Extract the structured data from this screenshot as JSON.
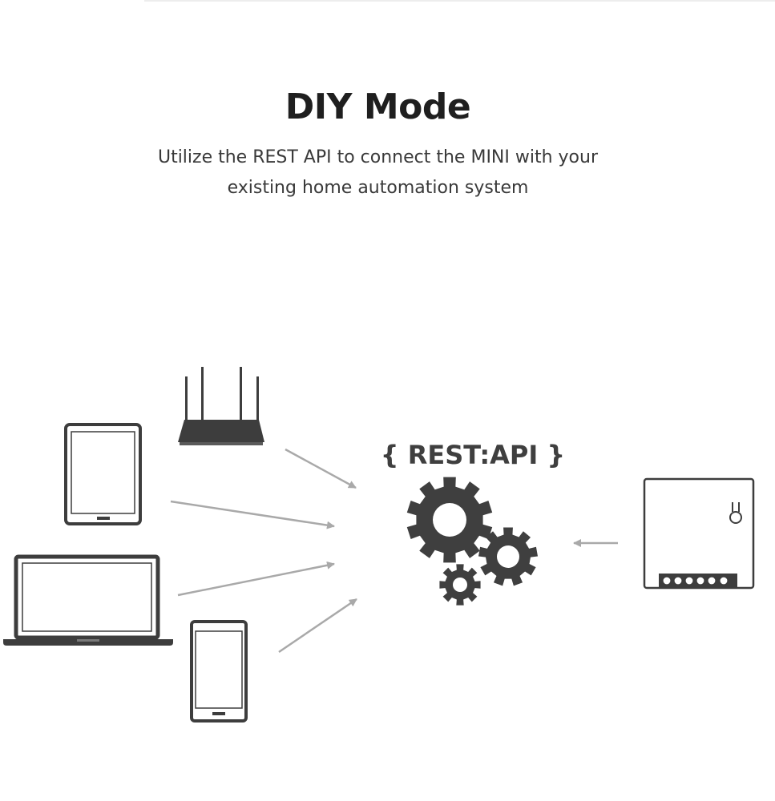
{
  "header": {
    "title": "DIY Mode",
    "subtitle_line1": "Utilize the REST API to connect the MINI with your",
    "subtitle_line2": "existing home automation system"
  },
  "diagram": {
    "center_label": "{ REST:API }",
    "sources": [
      {
        "name": "router",
        "icon": "router-icon"
      },
      {
        "name": "tablet",
        "icon": "tablet-icon"
      },
      {
        "name": "laptop",
        "icon": "laptop-icon"
      },
      {
        "name": "smartphone",
        "icon": "smartphone-icon"
      }
    ],
    "target": {
      "name": "mini-switch",
      "icon": "mini-switch-icon"
    },
    "colors": {
      "icon": "#3d3d3d",
      "arrow": "#a9a9a9",
      "gear": "#3f3f3f"
    }
  }
}
